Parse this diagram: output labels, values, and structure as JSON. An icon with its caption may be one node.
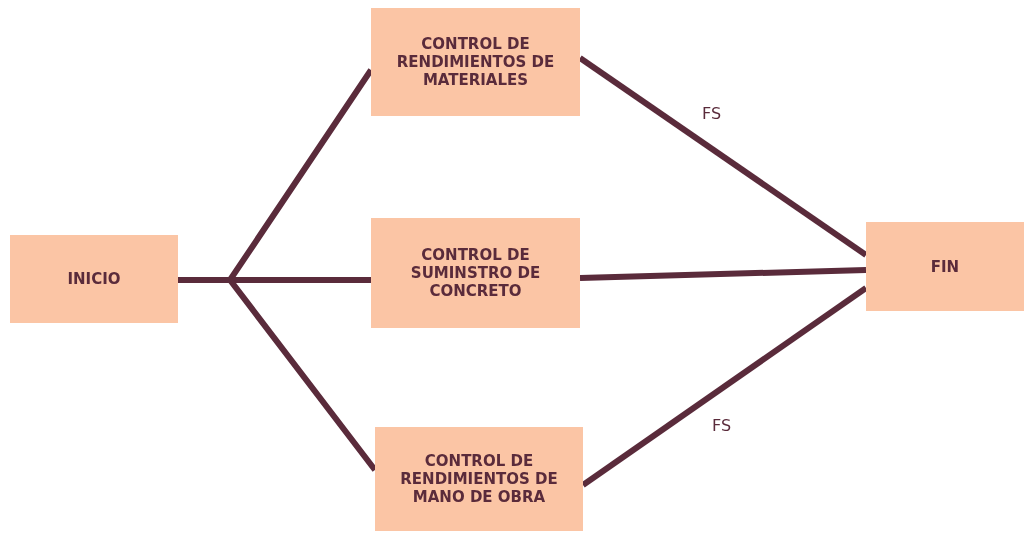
{
  "diagram": {
    "nodes": [
      {
        "text": [
          "INICIO"
        ]
      },
      {
        "text": [
          "CONTROL DE RENDIMIENTOS DE MATERIALES"
        ]
      },
      {
        "text": [
          "CONTROL DE SUMINSTRO DE CONCRETO"
        ]
      },
      {
        "text": [
          "CONTROL DE RENDIMIENTOS DE MANO DE OBRA"
        ]
      },
      {
        "text": [
          "FIN"
        ]
      }
    ],
    "edges": [
      {
        "from": 0,
        "to": 1,
        "arrow": "none"
      },
      {
        "from": 0,
        "to": 2,
        "arrow": "none"
      },
      {
        "from": 0,
        "to": 3,
        "arrow": "none"
      },
      {
        "from": 1,
        "to": 4,
        "arrow": "none",
        "label": "FS"
      },
      {
        "from": 2,
        "to": 4,
        "arrow": "none"
      },
      {
        "from": 3,
        "to": 4,
        "arrow": "none",
        "label": "FS"
      }
    ]
  }
}
